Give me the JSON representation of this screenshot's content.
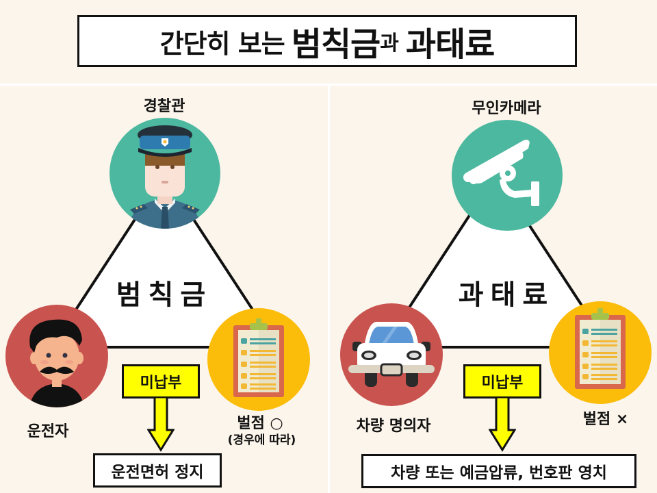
{
  "title": {
    "part1": "간단히 보는",
    "part2": "범칙금",
    "part3": "과",
    "part4": "과태료"
  },
  "left_panel": {
    "top_label": "경찰관",
    "center_label": "범칙금",
    "bottom_left_label": "운전자",
    "bottom_right_label": "벌점 ○",
    "bottom_right_sublabel": "(경우에 따라)",
    "nonpayment_label": "미납부",
    "result_label": "운전면허 정지",
    "icons": [
      "police-officer-icon",
      "driver-icon",
      "clipboard-icon"
    ]
  },
  "right_panel": {
    "top_label": "무인카메라",
    "center_label": "과태료",
    "bottom_left_label": "차량 명의자",
    "bottom_right_label": "벌점 ×",
    "nonpayment_label": "미납부",
    "result_label": "차량 또는 예금압류, 번호판 영치",
    "icons": [
      "cctv-camera-icon",
      "car-icon",
      "clipboard-icon"
    ]
  },
  "colors": {
    "background": "#fcf5eb",
    "teal_circle": "#4db8a0",
    "red_circle": "#c9534f",
    "yellow_circle": "#fcbc0a",
    "arrow_yellow": "#ffff00"
  }
}
